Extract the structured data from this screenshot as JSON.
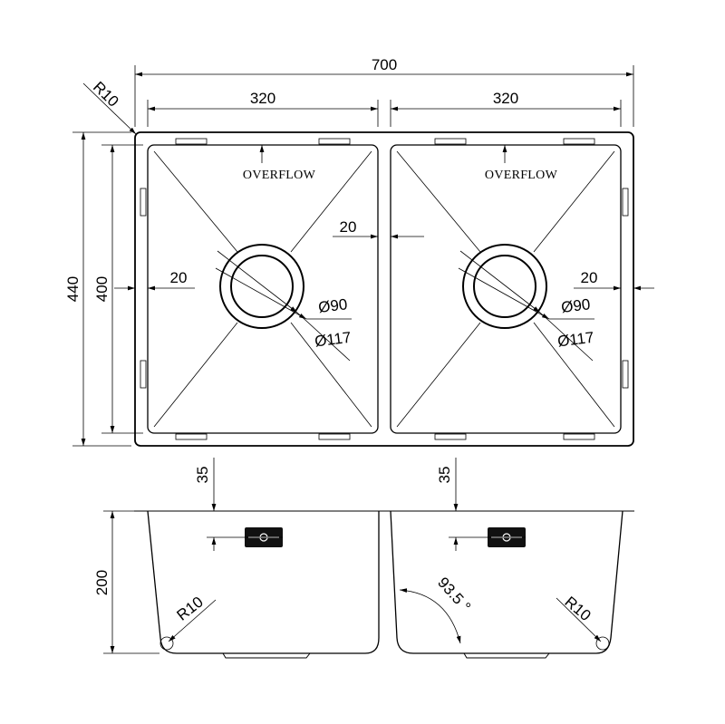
{
  "dimensions": {
    "overall_width": "700",
    "bowl_width_left": "320",
    "bowl_width_right": "320",
    "corner_radius_top": "R10",
    "overall_depth": "440",
    "bowl_depth": "400",
    "gap_between_bowls": "20",
    "side_margin_left": "20",
    "side_margin_right": "20",
    "drain_inner_left": "Ø90",
    "drain_outer_left": "Ø117",
    "drain_inner_right": "Ø90",
    "drain_outer_right": "Ø117",
    "overflow_offset_left": "35",
    "overflow_offset_right": "35",
    "bowl_height": "200",
    "bottom_radius_left": "R10",
    "bottom_radius_right": "R10",
    "wall_angle": "93.5 °"
  },
  "labels": {
    "overflow_left": "OVERFLOW",
    "overflow_right": "OVERFLOW"
  }
}
